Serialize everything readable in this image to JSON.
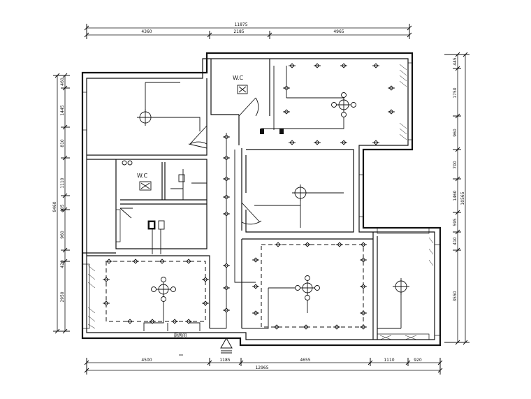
{
  "top_dims": {
    "overall": "11875",
    "segments": [
      "4360",
      "2185",
      "4965"
    ]
  },
  "bottom_dims": {
    "overall": "12965",
    "segments": [
      "4500",
      "1185",
      "4655",
      "1110",
      "920"
    ]
  },
  "left_dims": {
    "overall": "9460",
    "segments": [
      "460",
      "1445",
      "810",
      "1110",
      "405",
      "960",
      "420",
      "2950"
    ]
  },
  "right_dims": {
    "overall": "10565",
    "segments": [
      "445",
      "1750",
      "960",
      "700",
      "1460",
      "595",
      "410",
      "3550"
    ]
  },
  "rooms": {
    "wc1": "W.C",
    "wc2": "W.C"
  },
  "small_label": "厨房间"
}
